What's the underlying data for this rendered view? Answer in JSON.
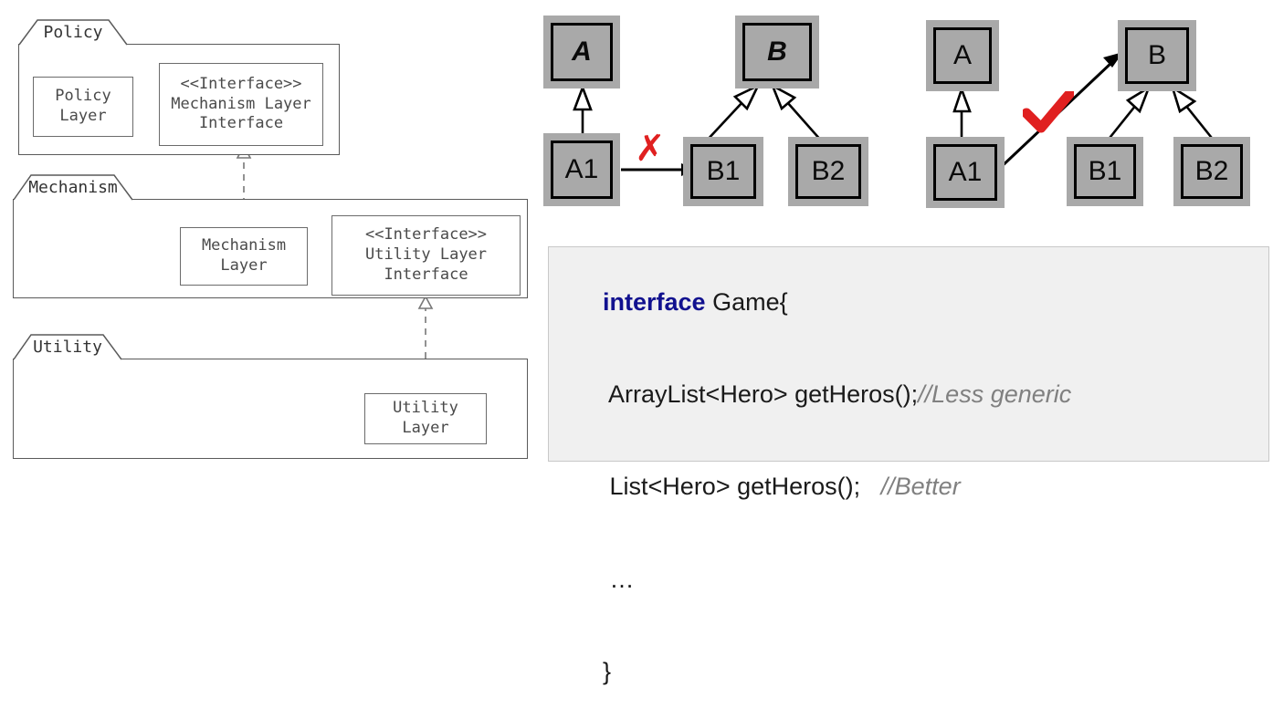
{
  "left_diagram": {
    "title": "layered-architecture-package-diagram",
    "packages": [
      {
        "name": "Policy",
        "label": "Policy"
      },
      {
        "name": "Mechanism",
        "label": "Mechanism"
      },
      {
        "name": "Utility",
        "label": "Utility"
      }
    ],
    "classes": {
      "policy_layer": {
        "lines": [
          "Policy",
          "Layer"
        ]
      },
      "mech_interface": {
        "lines": [
          "<<Interface>>",
          "Mechanism Layer",
          "Interface"
        ]
      },
      "mech_layer": {
        "lines": [
          "Mechanism",
          "Layer"
        ]
      },
      "util_interface": {
        "lines": [
          "<<Interface>>",
          "Utility Layer",
          "Interface"
        ]
      },
      "utility_layer": {
        "lines": [
          "Utility",
          "Layer"
        ]
      }
    }
  },
  "right_diagram": {
    "bad_example": {
      "marker": "✗",
      "marker_color": "#e02020",
      "boxes": [
        {
          "id": "A",
          "label": "A",
          "italic": true
        },
        {
          "id": "B",
          "label": "B",
          "italic": true
        },
        {
          "id": "A1",
          "label": "A1",
          "italic": false
        },
        {
          "id": "B1",
          "label": "B1",
          "italic": false
        },
        {
          "id": "B2",
          "label": "B2",
          "italic": false
        }
      ]
    },
    "good_example": {
      "marker": "✔",
      "marker_color": "#e02020",
      "boxes": [
        {
          "id": "A",
          "label": "A",
          "italic": false
        },
        {
          "id": "B",
          "label": "B",
          "italic": false
        },
        {
          "id": "A1",
          "label": "A1",
          "italic": false
        },
        {
          "id": "B1",
          "label": "B1",
          "italic": false
        },
        {
          "id": "B2",
          "label": "B2",
          "italic": false
        }
      ]
    }
  },
  "code_panel": {
    "background": "#f0f0f0",
    "keyword_color": "#11118f",
    "comment_color": "#808080",
    "lines": [
      {
        "keyword": "interface",
        "code": " Game{",
        "comment": ""
      },
      {
        "keyword": "",
        "code": " ArrayList<Hero> getHeros();",
        "comment": "//Less generic"
      },
      {
        "keyword": "",
        "code": " List<Hero> getHeros();   ",
        "comment": "//Better"
      },
      {
        "keyword": "",
        "code": " …",
        "comment": ""
      },
      {
        "keyword": "",
        "code": "}",
        "comment": ""
      }
    ]
  }
}
